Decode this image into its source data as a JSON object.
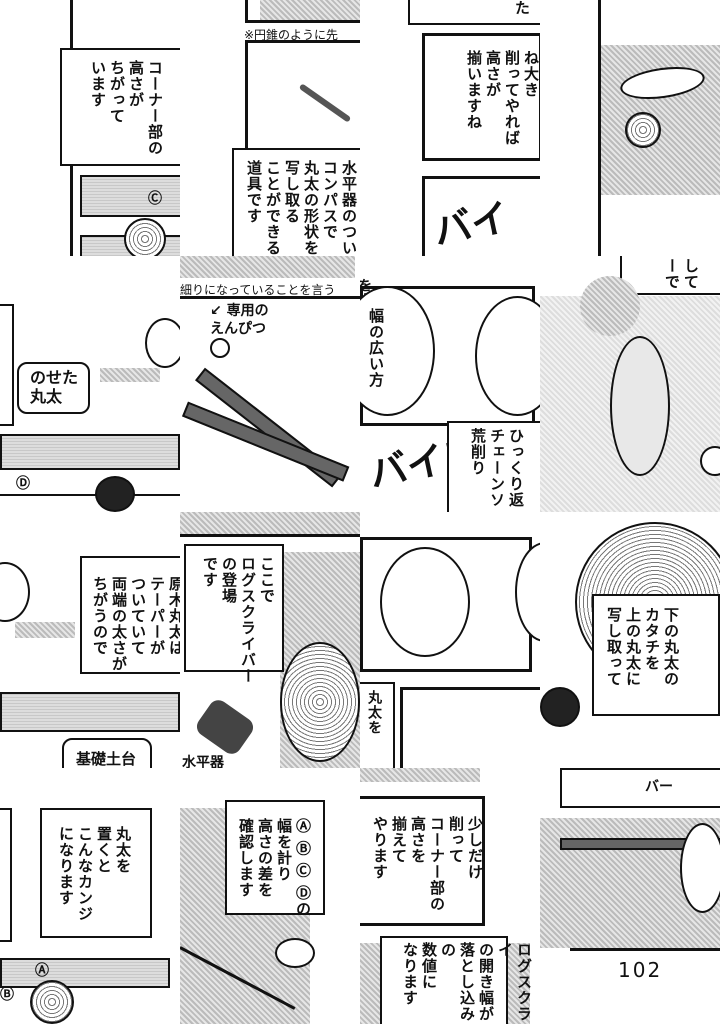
{
  "panels": {
    "corner_height": "コーナー部の\n高さが\nちがって\nいます",
    "cone_note": "※円錐のように先",
    "scriber_desc": "水平器のつい\nコンパスで\n丸太の形状を\n写し取る\nことができる\n道具です",
    "top_fragment": "た",
    "shave_align": "ね大き\n削ってやれば\n高さが\n揃いますね",
    "sfx_bain": "バイン",
    "placed_log": "のせた\n丸太",
    "taper_note": "細りになっていることを言う",
    "pencil_label": "↙ 専用の\nえんぴつ",
    "enlarge_fragment": "を大きく",
    "wide_side": "幅の広い方",
    "sfx_bai": "バイ!",
    "flip_rough": "ひっくり返\nチェーンソ\n荒削り",
    "then_fragment": "して\nーで",
    "taper_reason": "原木丸太は\nテーパーが\nついていて\n両端の太さが\nちがうので",
    "foundation": "基礎土台",
    "scriber_intro": "ここで\nログスクライバー\nの登場\nです",
    "level_fragment": "水平器",
    "log_fragment": "丸太を",
    "copy_shape": "下の丸太の\nカタチを\n上の丸太に\n写し取って",
    "placed_result": "丸太を\n置くと\nこんなカンジ\nになります",
    "measure": "Ⓐ Ⓑ Ⓒ Ⓓの\n幅を計り\n高さの差を\n確認します",
    "shave_little": "少しだけ\n削って\nコーナー部の\n高さを\n揃えて\nやります",
    "scriber_width": "ログスクライ\nの開き幅が\n落とし込みの\n数値に\nなります",
    "bar_fragment": "バー",
    "marker_a": "Ⓐ",
    "marker_b": "Ⓑ",
    "marker_c": "Ⓒ",
    "marker_d": "Ⓓ"
  },
  "page_number": "102"
}
